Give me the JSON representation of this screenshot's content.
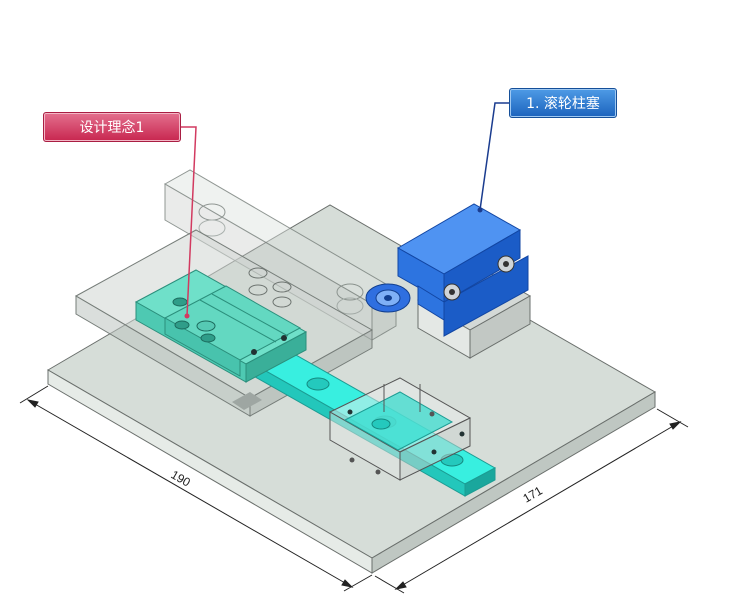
{
  "callouts": {
    "design_concept": "设计理念1",
    "roller_plunger": "1. 滚轮柱塞"
  },
  "dimensions": {
    "length": "190",
    "width": "171"
  },
  "colors": {
    "callout_design": "#d23a60",
    "callout_roller": "#2a74cc",
    "rail": "#2fe6d8",
    "slider_block": "#5bd3bd",
    "roller_housing": "#1f6fe0",
    "base_plate": "#cfd8d2"
  }
}
